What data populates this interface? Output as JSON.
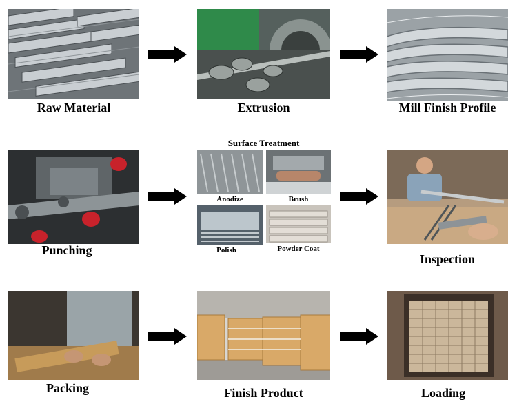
{
  "steps": {
    "raw_material": "Raw Material",
    "extrusion": "Extrusion",
    "mill_finish": "Mill Finish Profile",
    "punching": "Punching",
    "surface_treatment": {
      "title": "Surface Treatment",
      "anodize": "Anodize",
      "brush": "Brush",
      "polish": "Polish",
      "powder_coat": "Powder Coat"
    },
    "inspection": "Inspection",
    "packing": "Packing",
    "finish_product": "Finish Product",
    "loading": "Loading"
  }
}
